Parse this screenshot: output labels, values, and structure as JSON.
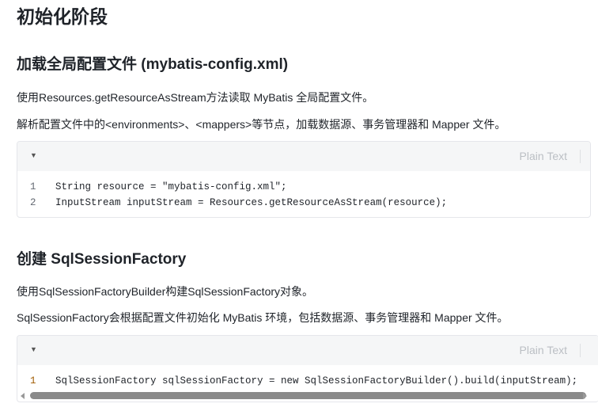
{
  "title": "初始化阶段",
  "section1": {
    "heading": "加载全局配置文件 (mybatis-config.xml)",
    "p1": "使用Resources.getResourceAsStream方法读取 MyBatis 全局配置文件。",
    "p2": "解析配置文件中的<environments>、<mappers>等节点，加载数据源、事务管理器和 Mapper 文件。",
    "code": {
      "language": "Plain Text",
      "lines": [
        {
          "n": "1",
          "text": "String resource = \"mybatis-config.xml\";"
        },
        {
          "n": "2",
          "text": "InputStream inputStream = Resources.getResourceAsStream(resource);"
        }
      ]
    }
  },
  "section2": {
    "heading": "创建 SqlSessionFactory",
    "p1": "使用SqlSessionFactoryBuilder构建SqlSessionFactory对象。",
    "p2": "SqlSessionFactory会根据配置文件初始化 MyBatis 环境，包括数据源、事务管理器和 Mapper 文件。",
    "code": {
      "language": "Plain Text",
      "lines": [
        {
          "n": "1",
          "text": "SqlSessionFactory sqlSessionFactory = new SqlSessionFactoryBuilder().build(inputStream);"
        }
      ]
    }
  }
}
